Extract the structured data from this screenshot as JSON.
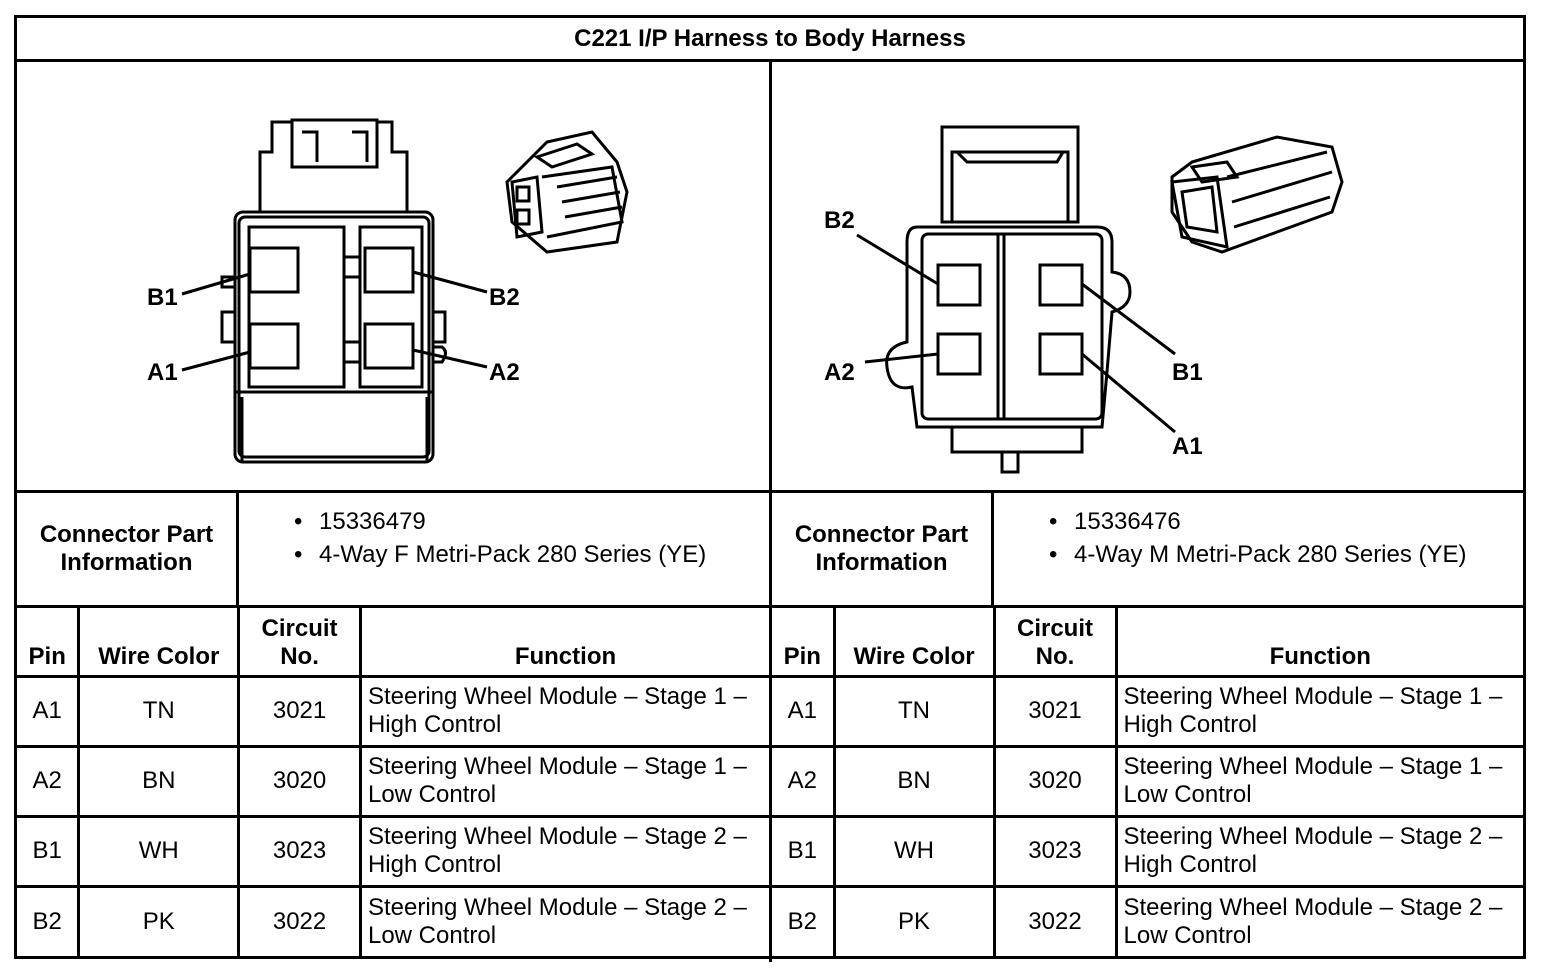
{
  "title": "C221 I/P Harness to Body Harness",
  "left": {
    "pin_labels": {
      "b1": "B1",
      "a1": "A1",
      "b2": "B2",
      "a2": "A2"
    },
    "info_label": "Connector Part Information",
    "info_items": [
      "15336479",
      "4-Way F Metri-Pack 280 Series (YE)"
    ],
    "headers": {
      "pin": "Pin",
      "wire": "Wire Color",
      "circuit": "Circuit No.",
      "function": "Function"
    },
    "rows": [
      {
        "pin": "A1",
        "wire": "TN",
        "circuit": "3021",
        "function_1": "Steering Wheel Module – Stage 1 –",
        "function_2": "High Control"
      },
      {
        "pin": "A2",
        "wire": "BN",
        "circuit": "3020",
        "function_1": "Steering Wheel Module – Stage 1 –",
        "function_2": "Low Control"
      },
      {
        "pin": "B1",
        "wire": "WH",
        "circuit": "3023",
        "function_1": "Steering Wheel Module – Stage 2 –",
        "function_2": "High Control"
      },
      {
        "pin": "B2",
        "wire": "PK",
        "circuit": "3022",
        "function_1": "Steering Wheel Module – Stage 2 –",
        "function_2": "Low Control"
      }
    ]
  },
  "right": {
    "pin_labels": {
      "b2": "B2",
      "a2": "A2",
      "b1": "B1",
      "a1": "A1"
    },
    "info_label": "Connector Part Information",
    "info_items": [
      "15336476",
      "4-Way M Metri-Pack 280 Series (YE)"
    ],
    "headers": {
      "pin": "Pin",
      "wire": "Wire Color",
      "circuit": "Circuit No.",
      "function": "Function"
    },
    "rows": [
      {
        "pin": "A1",
        "wire": "TN",
        "circuit": "3021",
        "function_1": "Steering Wheel Module – Stage 1 –",
        "function_2": "High Control"
      },
      {
        "pin": "A2",
        "wire": "BN",
        "circuit": "3020",
        "function_1": "Steering Wheel Module – Stage 1 –",
        "function_2": "Low Control"
      },
      {
        "pin": "B1",
        "wire": "WH",
        "circuit": "3023",
        "function_1": "Steering Wheel Module – Stage 2 –",
        "function_2": "High Control"
      },
      {
        "pin": "B2",
        "wire": "PK",
        "circuit": "3022",
        "function_1": "Steering Wheel Module – Stage 2 –",
        "function_2": "Low Control"
      }
    ]
  }
}
